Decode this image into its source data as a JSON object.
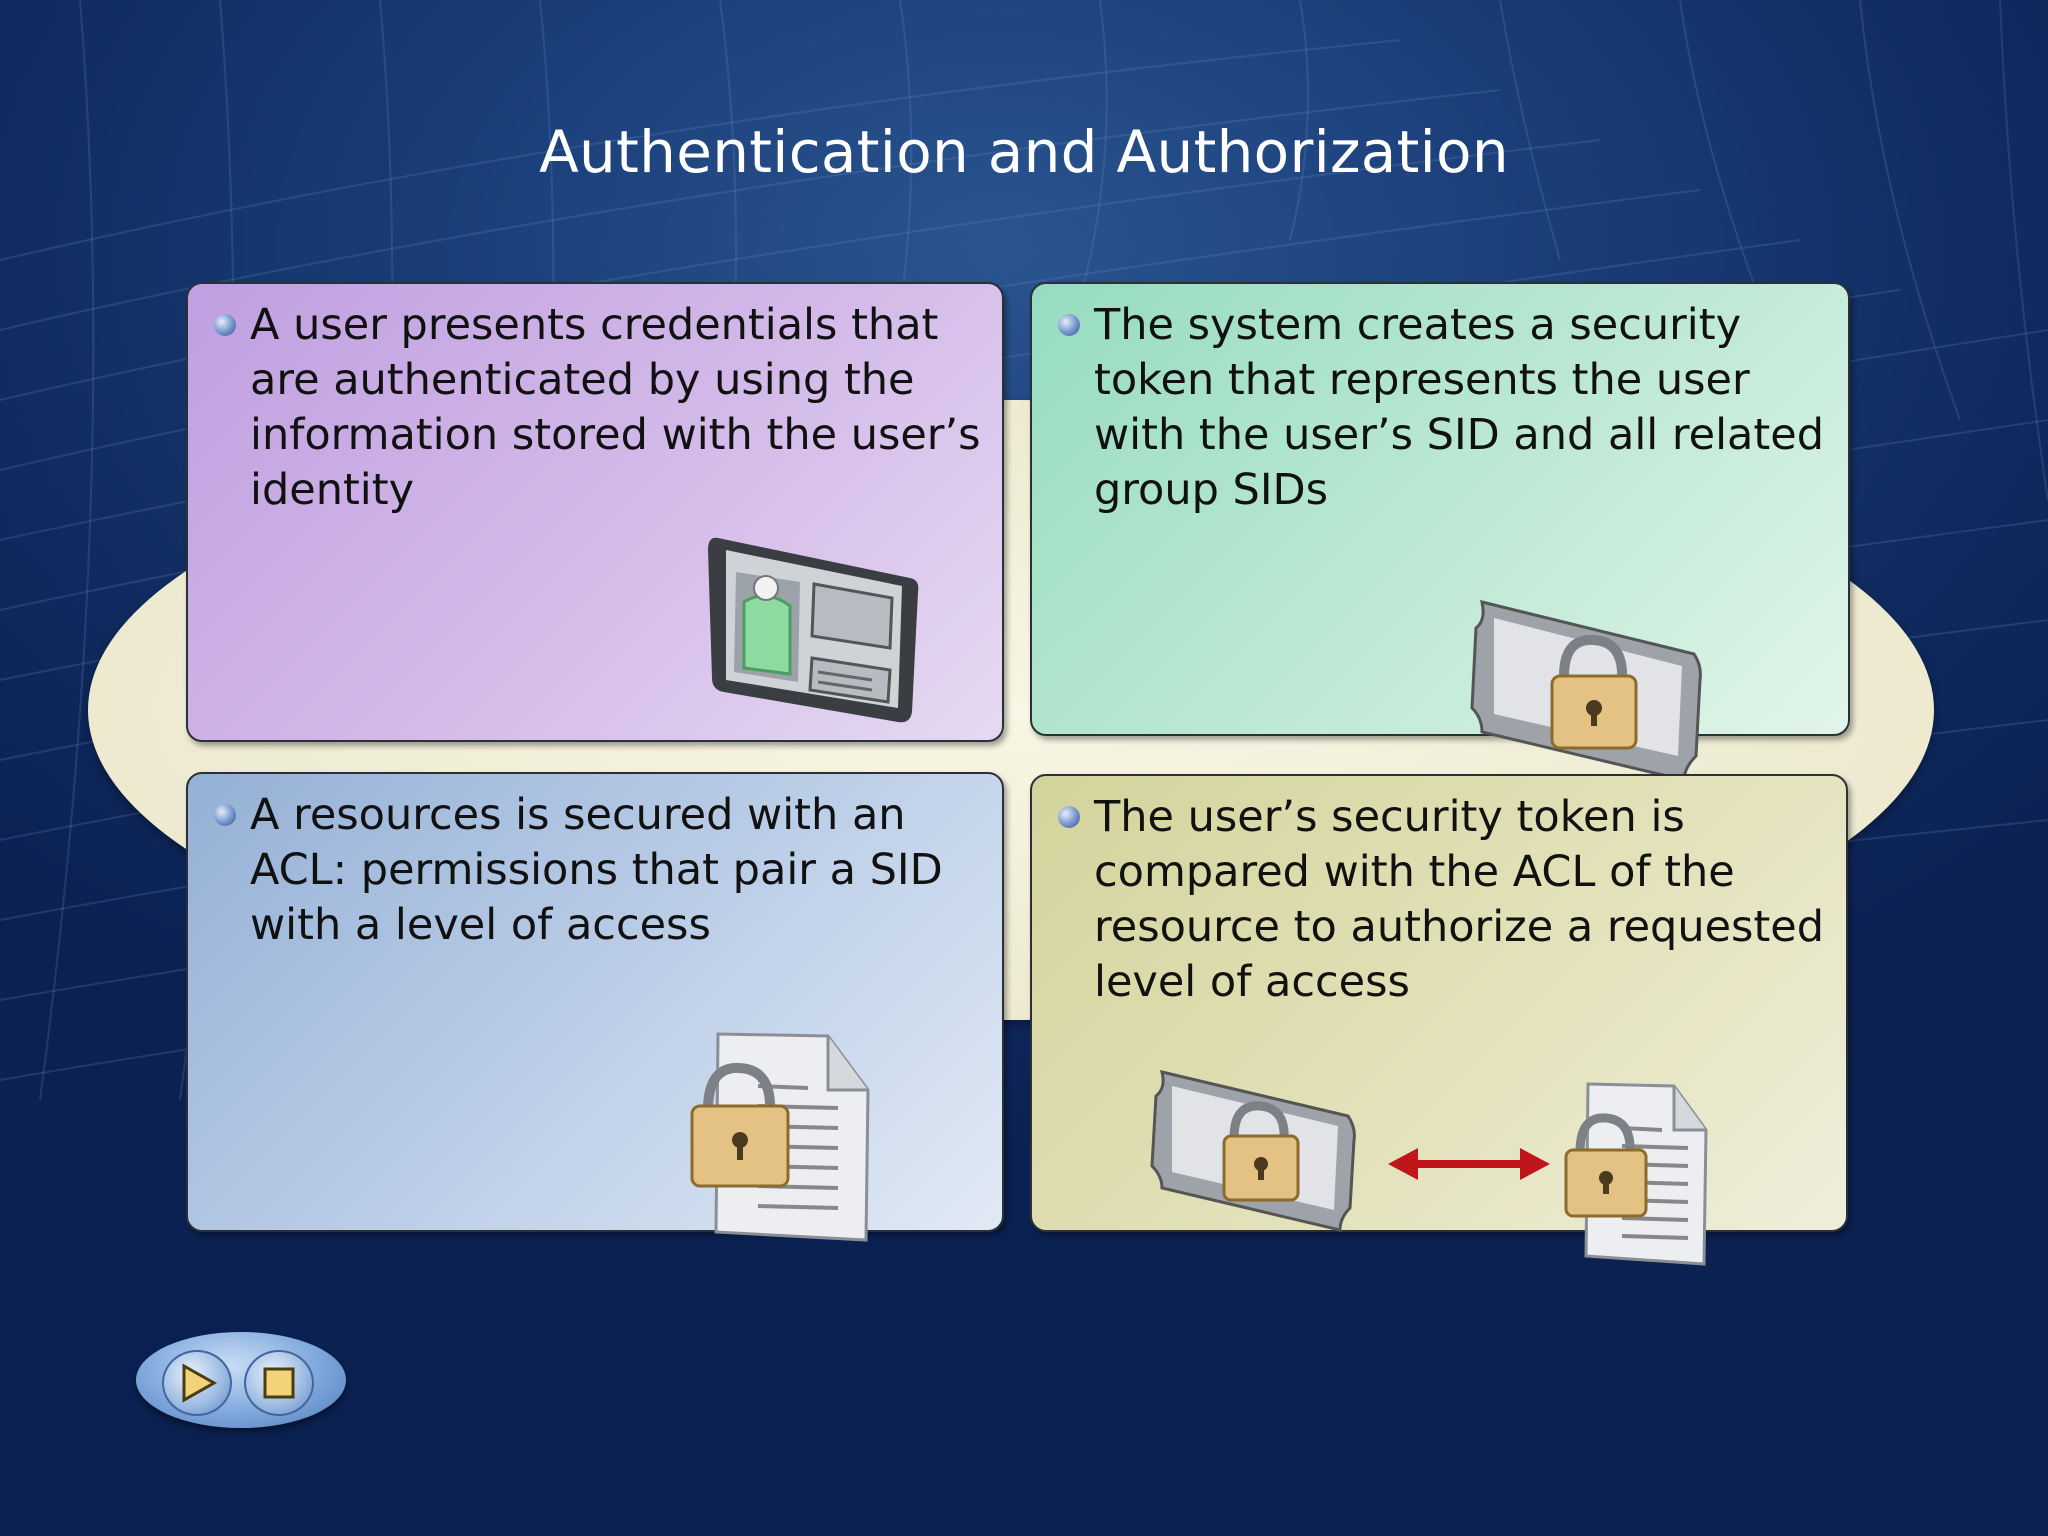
{
  "slide": {
    "title": "Authentication and Authorization"
  },
  "panels": [
    {
      "text": "A user presents credentials that are authenticated by using the information  stored with the user’s identity",
      "icon": "id-card-icon",
      "color": "#c9a9e3"
    },
    {
      "text": "The system creates a security token that represents the user with the user’s SID and all related group SIDs",
      "icon": "security-token-icon",
      "color": "#a8e2c9"
    },
    {
      "text": "A resources is secured with an ACL: permissions that pair a SID with a level of access",
      "icon": "locked-document-icon",
      "color": "#aec4e2"
    },
    {
      "text": "The user’s security token is compared with the ACL of the resource to authorize a requested level of access",
      "icon": "token-compare-document-icon",
      "color": "#dcdbab"
    }
  ],
  "navigation": {
    "buttons": [
      "play-icon",
      "stop-icon"
    ]
  }
}
